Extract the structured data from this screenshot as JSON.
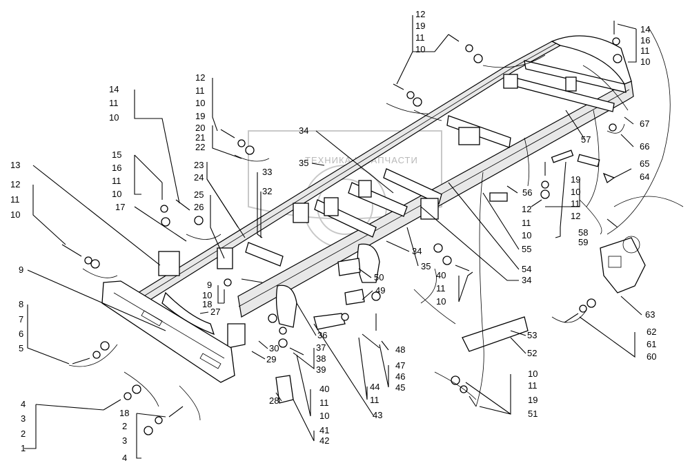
{
  "watermark": {
    "text": "ТЕХНИКА И ЗАПЧАСТИ"
  },
  "callouts": [
    {
      "id": "c1",
      "lines": [
        "12",
        "19",
        "11",
        "10"
      ]
    },
    {
      "id": "c2",
      "lines": [
        "14",
        "16",
        "11",
        "10"
      ]
    },
    {
      "id": "c3",
      "lines": [
        "12",
        "11",
        "10",
        "19"
      ]
    },
    {
      "id": "c4",
      "lines": [
        "20",
        "21",
        "22"
      ]
    },
    {
      "id": "c5",
      "lines": [
        "14",
        "11",
        "10"
      ]
    },
    {
      "id": "c6",
      "lines": [
        "15",
        "16",
        "11",
        "10"
      ]
    },
    {
      "id": "c7",
      "lines": [
        "17"
      ]
    },
    {
      "id": "c8",
      "lines": [
        "13"
      ]
    },
    {
      "id": "c9",
      "lines": [
        "12",
        "11",
        "10"
      ]
    },
    {
      "id": "c10",
      "lines": [
        "23",
        "24"
      ]
    },
    {
      "id": "c11",
      "lines": [
        "25",
        "26"
      ]
    },
    {
      "id": "c12",
      "lines": [
        "9",
        "10",
        "18"
      ]
    },
    {
      "id": "c13",
      "lines": [
        "33"
      ]
    },
    {
      "id": "c14",
      "lines": [
        "32"
      ]
    },
    {
      "id": "c15",
      "lines": [
        "35"
      ]
    },
    {
      "id": "c16",
      "lines": [
        "34"
      ]
    },
    {
      "id": "c17",
      "lines": [
        "67"
      ]
    },
    {
      "id": "c18",
      "lines": [
        "57"
      ]
    },
    {
      "id": "c19",
      "lines": [
        "66"
      ]
    },
    {
      "id": "c20",
      "lines": [
        "65",
        "64"
      ]
    },
    {
      "id": "c21",
      "lines": [
        "56"
      ]
    },
    {
      "id": "c22",
      "lines": [
        "19",
        "10",
        "11",
        "12"
      ]
    },
    {
      "id": "c23",
      "lines": [
        "12",
        "11",
        "10"
      ]
    },
    {
      "id": "c24",
      "lines": [
        "58",
        "59"
      ]
    },
    {
      "id": "c25",
      "lines": [
        "55"
      ]
    },
    {
      "id": "c26",
      "lines": [
        "54"
      ]
    },
    {
      "id": "c27",
      "lines": [
        "34"
      ]
    },
    {
      "id": "c28",
      "lines": [
        "35"
      ]
    },
    {
      "id": "c29",
      "lines": [
        "34"
      ]
    },
    {
      "id": "c30",
      "lines": [
        "50"
      ]
    },
    {
      "id": "c31",
      "lines": [
        "40",
        "11",
        "10"
      ]
    },
    {
      "id": "c32",
      "lines": [
        "49"
      ]
    },
    {
      "id": "c33",
      "lines": [
        "63"
      ]
    },
    {
      "id": "c34",
      "lines": [
        "62",
        "61",
        "60"
      ]
    },
    {
      "id": "c35",
      "lines": [
        "9"
      ]
    },
    {
      "id": "c36",
      "lines": [
        "8",
        "7",
        "6",
        "5"
      ]
    },
    {
      "id": "c37",
      "lines": [
        "27"
      ]
    },
    {
      "id": "c38",
      "lines": [
        "30"
      ]
    },
    {
      "id": "c39",
      "lines": [
        "29"
      ]
    },
    {
      "id": "c40",
      "lines": [
        "36"
      ]
    },
    {
      "id": "c41",
      "lines": [
        "37",
        "38",
        "39"
      ]
    },
    {
      "id": "c42",
      "lines": [
        "48"
      ]
    },
    {
      "id": "c43",
      "lines": [
        "47",
        "46",
        "45"
      ]
    },
    {
      "id": "c44",
      "lines": [
        "44",
        "11"
      ]
    },
    {
      "id": "c45",
      "lines": [
        "53"
      ]
    },
    {
      "id": "c46",
      "lines": [
        "52"
      ]
    },
    {
      "id": "c47",
      "lines": [
        "40",
        "11",
        "10"
      ]
    },
    {
      "id": "c48",
      "lines": [
        "28"
      ]
    },
    {
      "id": "c49",
      "lines": [
        "43"
      ]
    },
    {
      "id": "c50",
      "lines": [
        "41",
        "42"
      ]
    },
    {
      "id": "c51",
      "lines": [
        "10",
        "11",
        "19",
        "51"
      ]
    },
    {
      "id": "c52",
      "lines": [
        "4",
        "3",
        "2",
        "1"
      ]
    },
    {
      "id": "c53",
      "lines": [
        "18",
        "2",
        "3",
        "4"
      ]
    }
  ]
}
